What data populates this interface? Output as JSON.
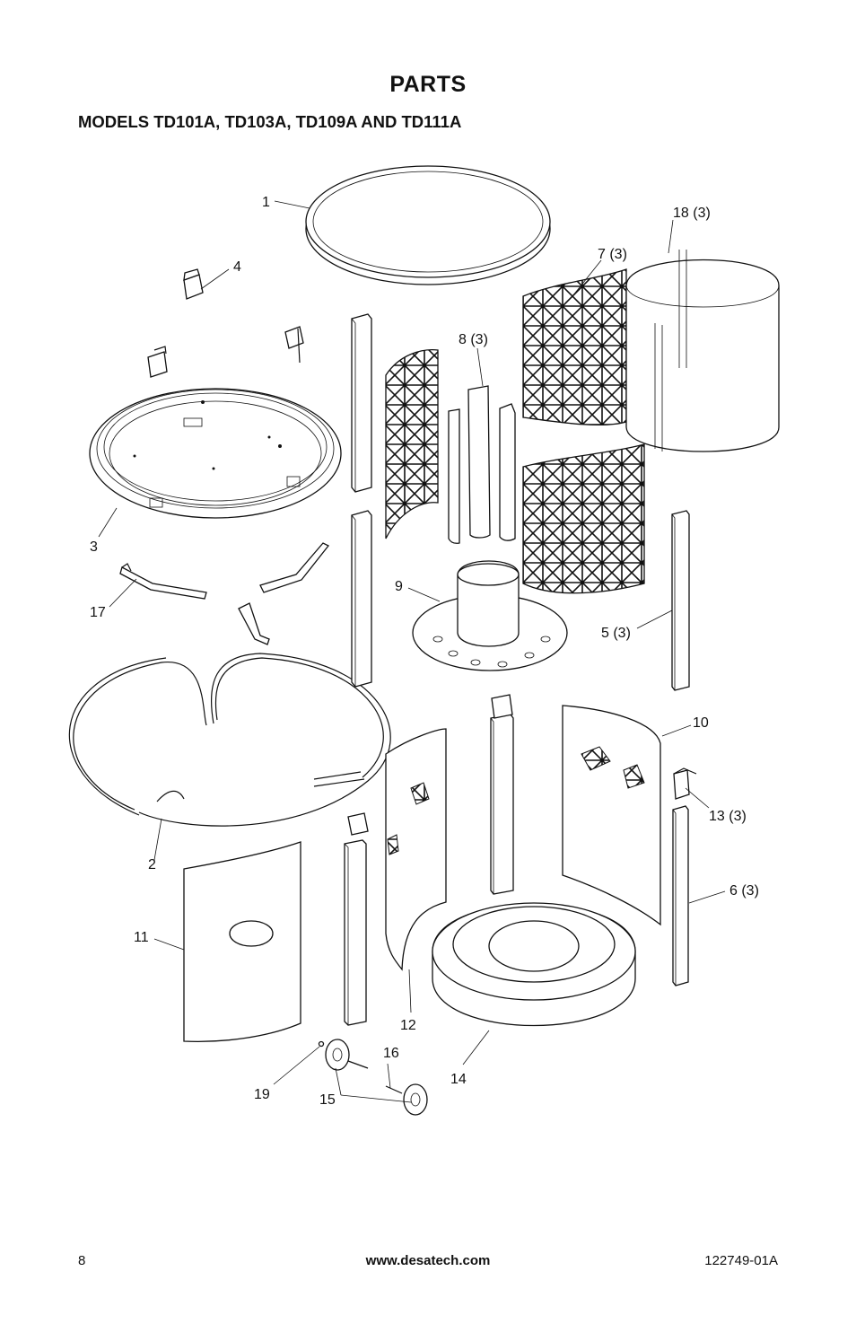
{
  "header": {
    "title": "PARTS",
    "subtitle": "MODELS TD101A, TD103A, TD109A AND TD111A"
  },
  "callouts": {
    "c1": "1",
    "c2": "2",
    "c3": "3",
    "c4": "4",
    "c5": "5 (3)",
    "c6": "6 (3)",
    "c7": "7 (3)",
    "c8": "8 (3)",
    "c9": "9",
    "c10": "10",
    "c11": "11",
    "c12": "12",
    "c13": "13 (3)",
    "c14": "14",
    "c15": "15",
    "c16": "16",
    "c17": "17",
    "c18": "18 (3)",
    "c19": "19"
  },
  "footer": {
    "page_number": "8",
    "website": "www.desatech.com",
    "document_number": "122749-01A"
  }
}
